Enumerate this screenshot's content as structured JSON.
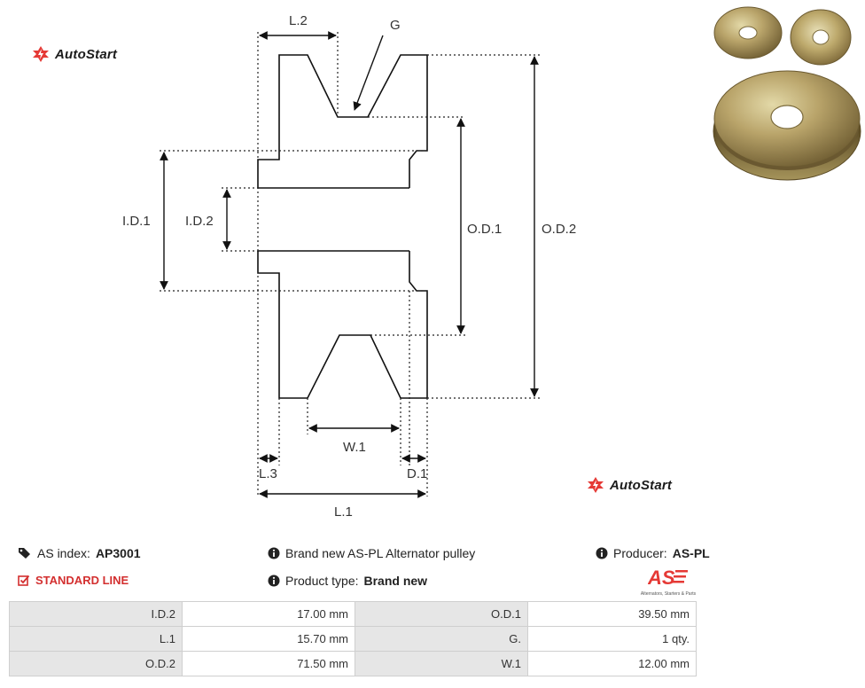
{
  "brand": {
    "name": "AutoStart"
  },
  "diagram": {
    "labels": {
      "l2": "L.2",
      "g": "G",
      "id1": "I.D.1",
      "id2": "I.D.2",
      "od1": "O.D.1",
      "od2": "O.D.2",
      "w1": "W.1",
      "l3": "L.3",
      "d1": "D.1",
      "l1": "L.1"
    }
  },
  "product": {
    "as_index_label": "AS index:",
    "as_index_value": "AP3001",
    "standard_line": "STANDARD LINE",
    "description": "Brand new AS-PL Alternator pulley",
    "product_type_label": "Product type:",
    "product_type_value": "Brand new",
    "producer_label": "Producer:",
    "producer_value": "AS-PL",
    "as_logo_text": "AS",
    "as_logo_subtitle": "Alternators, Starters & Parts"
  },
  "specs": [
    {
      "l1": "I.D.2",
      "v1": "17.00 mm",
      "l2": "O.D.1",
      "v2": "39.50 mm"
    },
    {
      "l1": "L.1",
      "v1": "15.70 mm",
      "l2": "G.",
      "v2": "1 qty."
    },
    {
      "l1": "O.D.2",
      "v1": "71.50 mm",
      "l2": "W.1",
      "v2": "12.00 mm"
    }
  ],
  "colors": {
    "accent_red": "#d32f2f",
    "logo_red": "#e53935",
    "table_label_bg": "#e6e6e6"
  },
  "icons": [
    "autostart-logo-icon",
    "tags-icon",
    "info-circle-icon",
    "checkbox-icon"
  ]
}
